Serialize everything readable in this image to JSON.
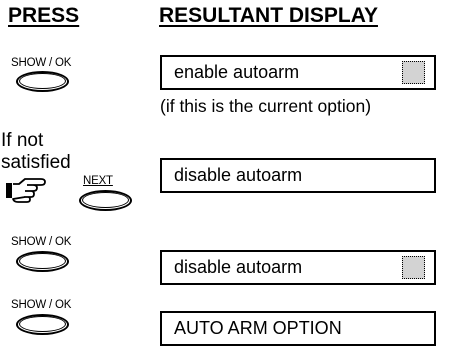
{
  "headers": {
    "press": "PRESS",
    "resultant_display": "RESULTANT DISPLAY"
  },
  "steps": [
    {
      "button_label": "SHOW / OK",
      "display_text": "enable autoarm",
      "cursor": true
    },
    {
      "button_label": "NEXT",
      "display_text": "disable autoarm",
      "cursor": false,
      "side_note": [
        "If not",
        "satisfied"
      ],
      "icon": "pointing-hand-icon"
    },
    {
      "button_label": "SHOW / OK",
      "display_text": "disable autoarm",
      "cursor": true
    },
    {
      "button_label": "SHOW / OK",
      "display_text": "AUTO ARM OPTION",
      "cursor": false
    }
  ],
  "note": "(if this is the current option)"
}
